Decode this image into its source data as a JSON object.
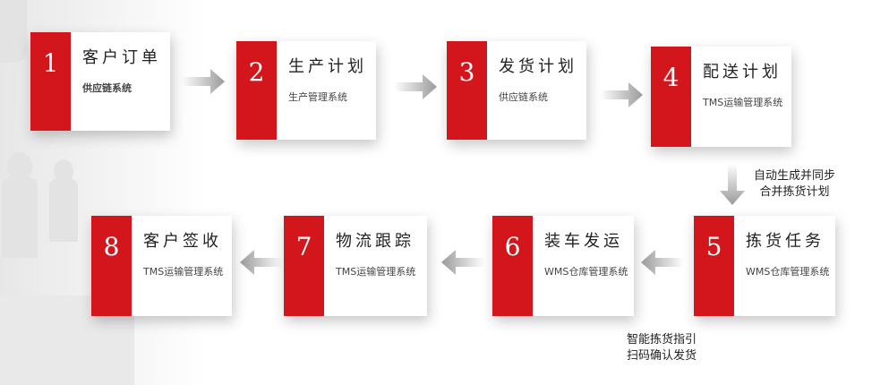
{
  "steps": [
    {
      "num": "1",
      "title": "客户订单",
      "system": "供应链系统"
    },
    {
      "num": "2",
      "title": "生产计划",
      "system": "生产管理系统"
    },
    {
      "num": "3",
      "title": "发货计划",
      "system": "供应链系统"
    },
    {
      "num": "4",
      "title": "配送计划",
      "system": "TMS运输管理系统"
    },
    {
      "num": "5",
      "title": "拣货任务",
      "system": "WMS仓库管理系统"
    },
    {
      "num": "6",
      "title": "装车发运",
      "system": "WMS仓库管理系统"
    },
    {
      "num": "7",
      "title": "物流跟踪",
      "system": "TMS运输管理系统"
    },
    {
      "num": "8",
      "title": "客户签收",
      "system": "TMS运输管理系统"
    }
  ],
  "notes": {
    "sync_line1": "自动生成并同步",
    "sync_line2": "合并拣货计划",
    "pick_line1": "智能拣货指引",
    "pick_line2": "扫码确认发货"
  },
  "colors": {
    "accent": "#d3161c",
    "arrow": "#9a9a9a"
  }
}
